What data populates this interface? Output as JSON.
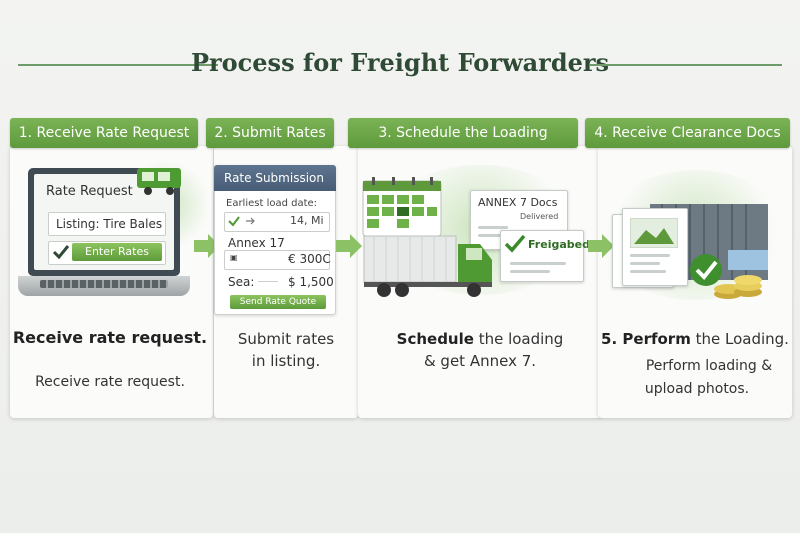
{
  "title": "Process for Freight Forwarders",
  "colors": {
    "accent": "#6aa84a",
    "header_text": "#ffffff",
    "title": "#2f4a35"
  },
  "steps": [
    {
      "header": "1. Receive Rate Request",
      "illustration": {
        "screen_title": "Rate Request",
        "listing": "Listing: Tire Bales",
        "button": "Enter Rates",
        "icons": [
          "laptop-icon",
          "truck-icon",
          "checkmark-icon"
        ]
      },
      "heading": "Receive rate request.",
      "body": "Receive rate request."
    },
    {
      "header": "2. Submit Rates",
      "illustration": {
        "panel_title": "Rate Submission",
        "date_label": "Earliest load date:",
        "date_value": "14, Mi",
        "annex_label": "Annex 17",
        "annex_value": "€ 300C",
        "sea_label": "Sea:",
        "sea_value": "$ 1,500",
        "button": "Send Rate Quote"
      },
      "body_line1": "Submit rates",
      "body_line2": "in listing."
    },
    {
      "header": "3. Schedule the Loading",
      "illustration": {
        "doc_title": "ANNEX 7 Docs",
        "doc_status": "Delivered",
        "stamp": "Freigabed",
        "icons": [
          "calendar-icon",
          "truck-icon",
          "checkmark-icon"
        ]
      },
      "body_bold": "Schedule",
      "body_rest": " the loading",
      "body_line2": "& get Annex 7."
    },
    {
      "header": "4. Receive Clearance Docs",
      "illustration": {
        "icons": [
          "container-icon",
          "document-icon",
          "checkmark-icon",
          "coins-icon"
        ]
      },
      "heading_bold": "5. Perform",
      "heading_rest": " the Loading.",
      "body_line1": "Perform loading &",
      "body_line2": "upload photos."
    }
  ]
}
